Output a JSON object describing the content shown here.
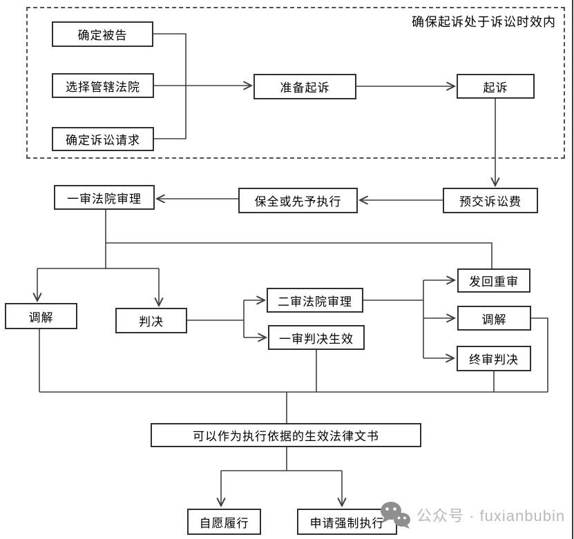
{
  "diagram_title": "civil-litigation-process-flowchart",
  "region_note": "确保起诉处于诉讼时效内",
  "nodes": {
    "determine_defendant": "确定被告",
    "select_court": "选择管辖法院",
    "determine_claims": "确定诉讼请求",
    "prepare_lawsuit": "准备起诉",
    "file_lawsuit": "起诉",
    "prepay_fee": "预交诉讼费",
    "preservation": "保全或先予执行",
    "first_instance_trial": "一审法院审理",
    "mediation_first": "调解",
    "judgment": "判决",
    "second_instance_trial": "二审法院审理",
    "first_judgment_effective": "一审判决生效",
    "remand_retrial": "发回重审",
    "mediation_second": "调解",
    "final_judgment": "终审判决",
    "effective_documents": "可以作为执行依据的生效法律文书",
    "voluntary_performance": "自愿履行",
    "compulsory_execution": "申请强制执行"
  },
  "watermark": {
    "icon": "wechat-icon",
    "text": "公众号 · fuxianbubin"
  },
  "colors": {
    "line": "#3f3f3f",
    "box_border": "#2f2f2f",
    "dashed_border": "#4f4f4f",
    "text": "#000000",
    "watermark_text": "#b9b9b9",
    "watermark_icon": "#8f8f8f",
    "background": "#ffffff"
  }
}
